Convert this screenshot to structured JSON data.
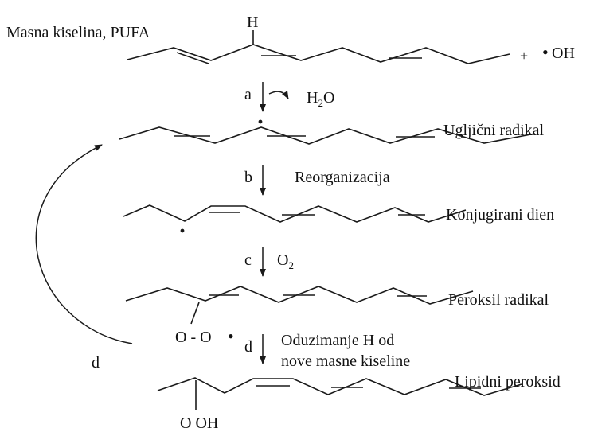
{
  "title": "Masna kiselina, PUFA",
  "atoms": {
    "h_label": "H",
    "oh_prefix": "•",
    "oh": "OH",
    "plus": "+",
    "oo": "O - O",
    "oo_dot": "•",
    "ooh": "O OH"
  },
  "steps": {
    "a": {
      "letter": "a",
      "product_main": "H",
      "product_sub": "2",
      "product_tail": "O"
    },
    "b": {
      "letter": "b",
      "label": "Reorganizacija"
    },
    "c": {
      "letter": "c",
      "label_main": "O",
      "label_sub": "2"
    },
    "d": {
      "letter": "d",
      "label_line1": "Oduzimanje H od",
      "label_line2": "nove masne kiseline"
    },
    "loop": {
      "letter": "d"
    }
  },
  "species": {
    "carbon_radical": "Ugljični radikal",
    "conjugated_diene": "Konjugirani dien",
    "peroxyl_radical": "Peroksil radikal",
    "lipid_peroxide": "Lipidni peroksid"
  }
}
